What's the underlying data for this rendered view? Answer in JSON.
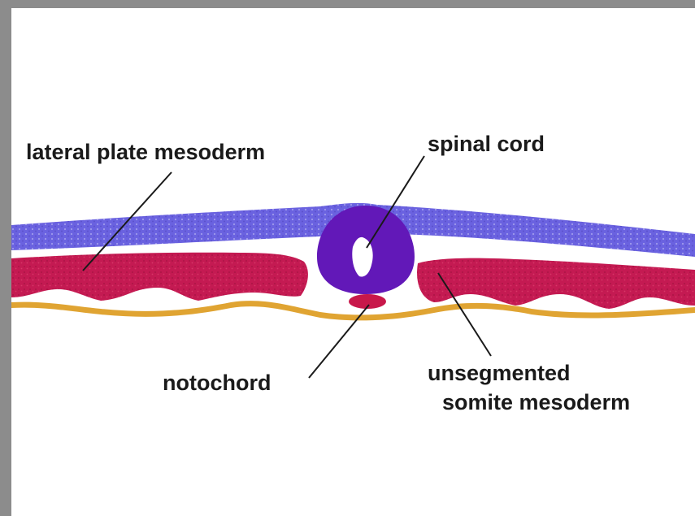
{
  "labels": {
    "lateral_plate_mesoderm": "lateral plate mesoderm",
    "spinal_cord": "spinal cord",
    "notochord": "notochord",
    "unsegmented_line1": "unsegmented",
    "unsegmented_line2": "somite mesoderm"
  },
  "colors": {
    "ectoderm": "#6a62e0",
    "spinal_cord": "#6218b8",
    "mesoderm": "#c41a52",
    "notochord": "#c8184a",
    "endoderm": "#e0a432",
    "leader_line": "#1a1a1a",
    "background": "#ffffff"
  }
}
